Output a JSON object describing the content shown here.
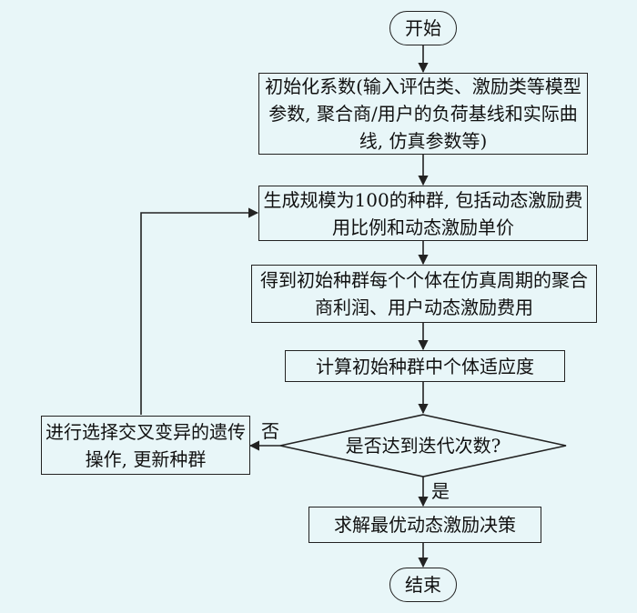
{
  "nodes": {
    "start": "开始",
    "init": "初始化系数(输入评估类、激励类等模型参数, 聚合商/用户的负荷基线和实际曲线, 仿真参数等)",
    "population": "生成规模为100的种群, 包括动态激励费用比例和动态激励单价",
    "evaluate": "得到初始种群每个个体在仿真周期的聚合商利润、用户动态激励费用",
    "fitness": "计算初始种群中个体适应度",
    "decision": "是否达到迭代次数?",
    "genetic": "进行选择交叉变异的遗传操作, 更新种群",
    "solve": "求解最优动态激励决策",
    "end": "结束"
  },
  "edge_labels": {
    "no": "否",
    "yes": "是"
  },
  "colors": {
    "background": "#e8f6f8",
    "stroke": "#222222"
  }
}
